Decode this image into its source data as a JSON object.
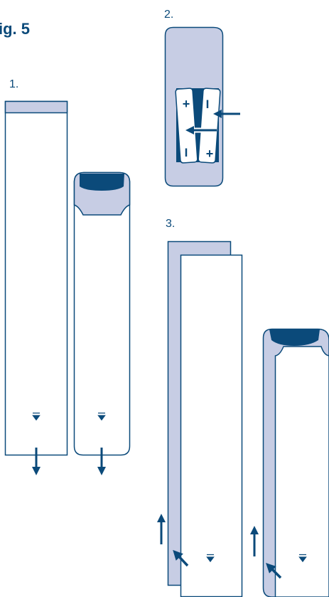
{
  "figure": {
    "title": "ig. 5"
  },
  "steps": {
    "one": {
      "label": "1."
    },
    "two": {
      "label": "2."
    },
    "three": {
      "label": "3."
    }
  },
  "battery": {
    "symbols": {
      "plus": "+",
      "minus": "I"
    }
  },
  "colors": {
    "stroke": "#0b4a7a",
    "fill_light": "#c7cde4",
    "fill_dark": "#0b4a7a",
    "background": "#ffffff"
  },
  "icons": [
    "arrow-down-icon",
    "arrow-up-icon",
    "arrow-left-icon",
    "arrow-upleft-icon",
    "triangle-marker-icon",
    "battery-icon"
  ]
}
